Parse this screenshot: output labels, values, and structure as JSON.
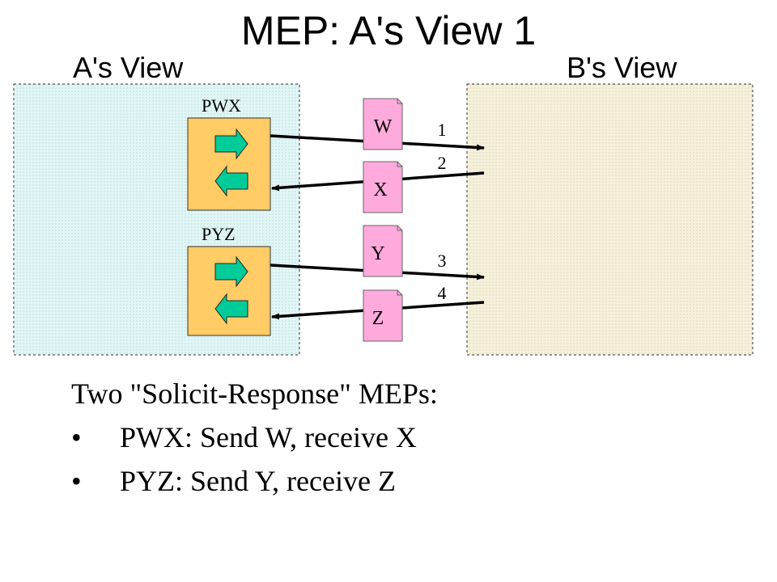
{
  "title": "MEP: A's View 1",
  "views": {
    "a_label": "A's View",
    "b_label": "B's View"
  },
  "ports": [
    {
      "label": "PWX"
    },
    {
      "label": "PYZ"
    }
  ],
  "messages": [
    "W",
    "X",
    "Y",
    "Z"
  ],
  "sequence_numbers": [
    "1",
    "2",
    "3",
    "4"
  ],
  "body": {
    "heading": "Two \"Solicit-Response\" MEPs:",
    "bullet_symbol": "•",
    "bullets": [
      "PWX: Send W, receive X",
      "PYZ: Send Y, receive Z"
    ]
  },
  "colors": {
    "port_fill": "#ffcc66",
    "arrow_fill": "#00cc99",
    "message_fill": "#ffaadd",
    "a_pane_fill": "#dff4f4",
    "b_pane_fill": "#f4efd8"
  }
}
